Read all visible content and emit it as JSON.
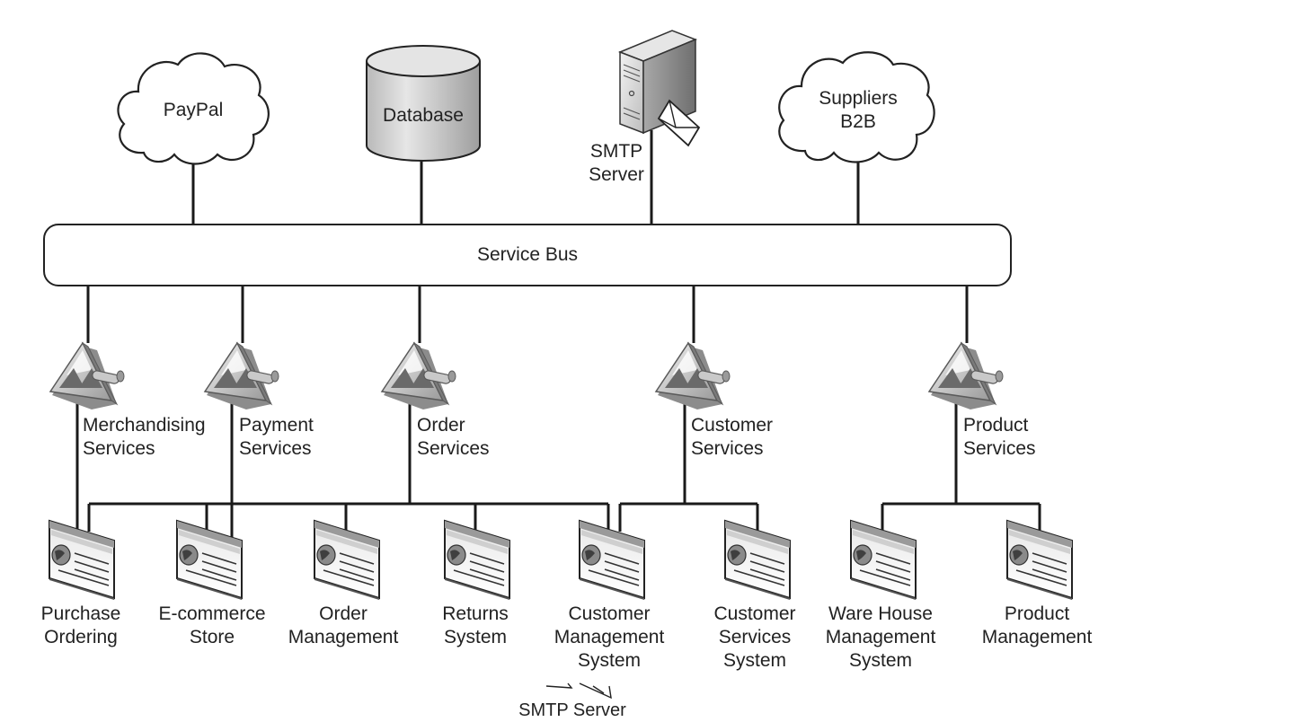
{
  "top_nodes": {
    "paypal": "PayPal",
    "database": "Database",
    "smtp_line1": "SMTP",
    "smtp_line2": "Server",
    "suppliers_line1": "Suppliers",
    "suppliers_line2": "B2B"
  },
  "service_bus": "Service Bus",
  "services": [
    {
      "line1": "Merchandising",
      "line2": "Services"
    },
    {
      "line1": "Payment",
      "line2": "Services"
    },
    {
      "line1": "Order",
      "line2": "Services"
    },
    {
      "line1": "Customer",
      "line2": "Services"
    },
    {
      "line1": "Product",
      "line2": "Services"
    }
  ],
  "systems": [
    {
      "line1": "Purchase",
      "line2": "Ordering",
      "line3": ""
    },
    {
      "line1": "E-commerce",
      "line2": "Store",
      "line3": ""
    },
    {
      "line1": "Order",
      "line2": "Management",
      "line3": ""
    },
    {
      "line1": "Returns",
      "line2": "System",
      "line3": ""
    },
    {
      "line1": "Customer",
      "line2": "Management",
      "line3": "System"
    },
    {
      "line1": "Customer",
      "line2": "Services",
      "line3": "System"
    },
    {
      "line1": "Ware House",
      "line2": "Management",
      "line3": "System"
    },
    {
      "line1": "Product",
      "line2": "Management",
      "line3": ""
    }
  ],
  "bottom_note": "SMTP Server"
}
